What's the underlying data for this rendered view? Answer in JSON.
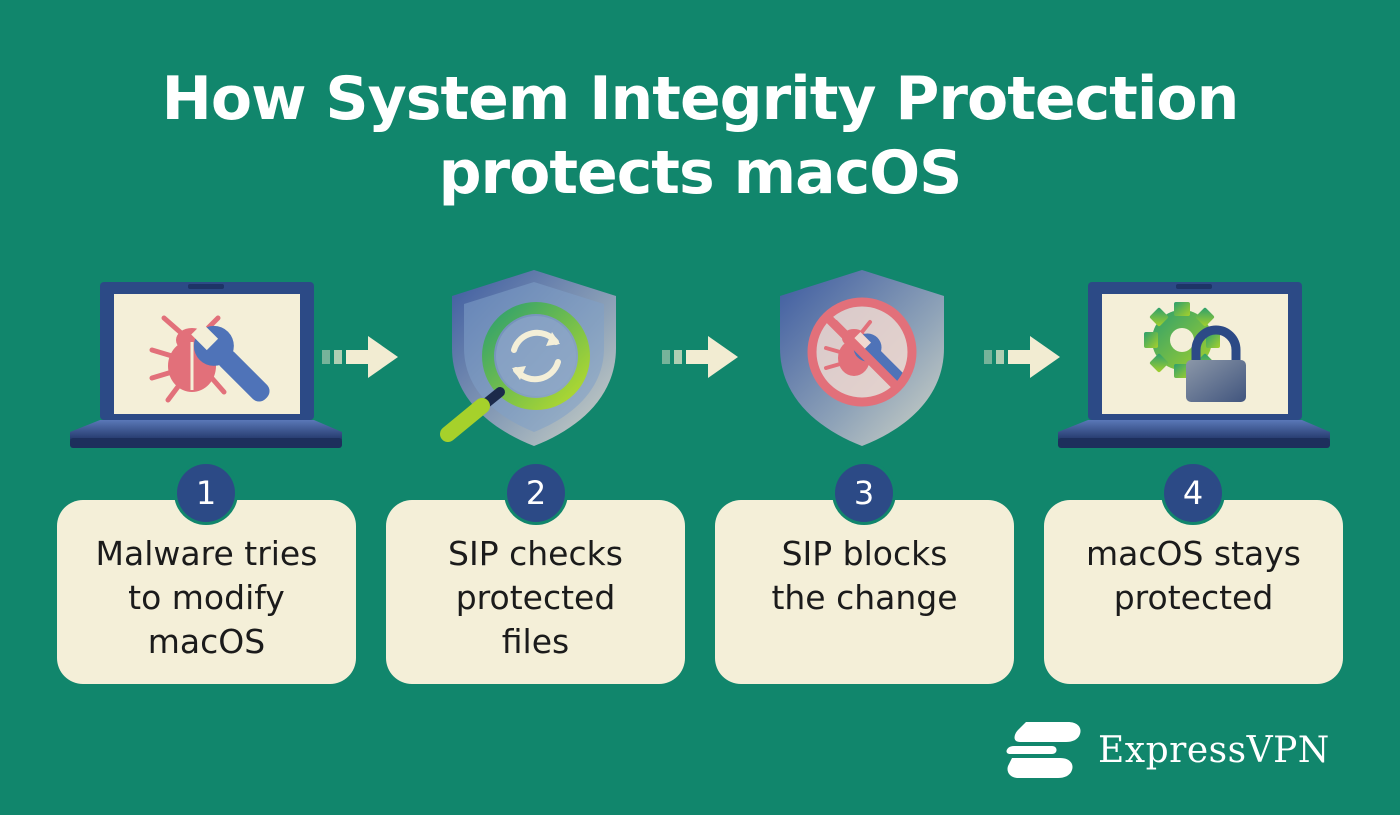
{
  "title": {
    "line1": "How System Integrity Protection",
    "line2": "protects macOS"
  },
  "steps": [
    {
      "number": "1",
      "label_lines": [
        "Malware tries",
        "to modify",
        "macOS"
      ],
      "icon": "laptop-malware-icon"
    },
    {
      "number": "2",
      "label_lines": [
        "SIP checks",
        "protected",
        "files"
      ],
      "icon": "shield-scan-icon"
    },
    {
      "number": "3",
      "label_lines": [
        "SIP blocks",
        "the change"
      ],
      "icon": "shield-block-icon"
    },
    {
      "number": "4",
      "label_lines": [
        "macOS stays",
        "protected"
      ],
      "icon": "laptop-lock-icon"
    }
  ],
  "brand": {
    "name": "ExpressVPN",
    "icon": "expressvpn-logo-icon"
  },
  "colors": {
    "background": "#11866c",
    "card": "#f4efd8",
    "badge": "#2c4a86",
    "arrow": "#f2ecd2",
    "malware": "#e2707a",
    "lime": "#a6d12b"
  }
}
